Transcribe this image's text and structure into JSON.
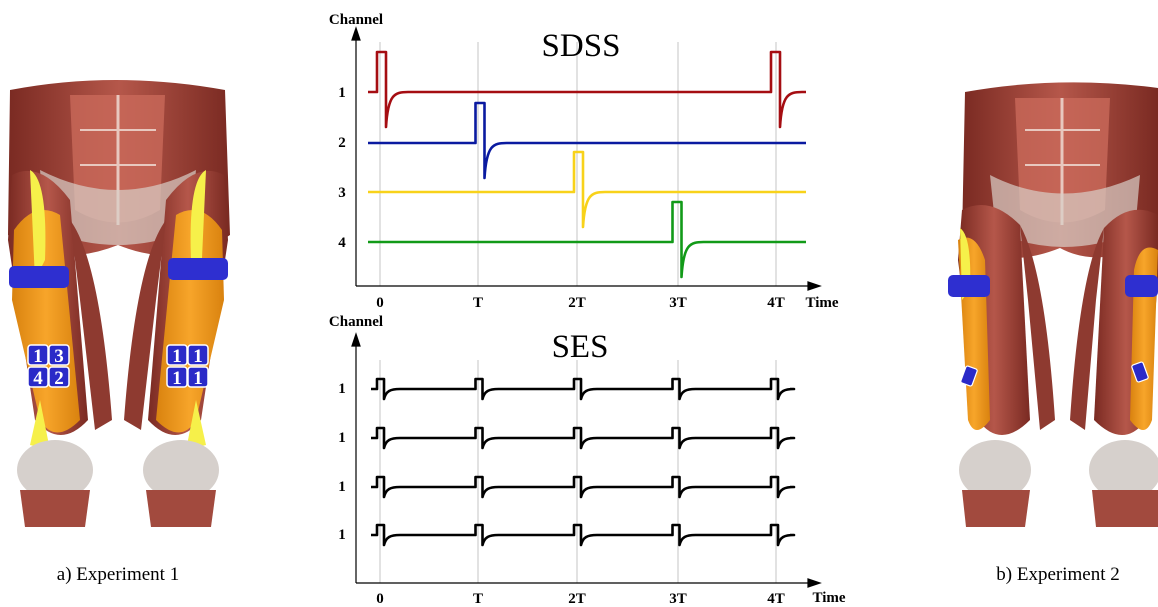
{
  "panels": {
    "left_caption": "a) Experiment 1",
    "right_caption": "b) Experiment 2",
    "left_pads": {
      "left_leg": [
        "1",
        "3",
        "4",
        "2"
      ],
      "right_leg": [
        "1",
        "1",
        "1",
        "1"
      ]
    }
  },
  "chart_data": [
    {
      "type": "line",
      "title": "SDSS",
      "ylabel": "Channel",
      "xlabel": "Time",
      "x_ticks": [
        "0",
        "T",
        "2T",
        "3T",
        "4T"
      ],
      "y_ticks": [
        "1",
        "2",
        "3",
        "4"
      ],
      "series": [
        {
          "channel": "1",
          "color": "#a50d12",
          "pulse_times": [
            0,
            4
          ]
        },
        {
          "channel": "2",
          "color": "#0a1aa0",
          "pulse_times": [
            1
          ]
        },
        {
          "channel": "3",
          "color": "#f8d21a",
          "pulse_times": [
            2
          ]
        },
        {
          "channel": "4",
          "color": "#129a18",
          "pulse_times": [
            3
          ]
        }
      ]
    },
    {
      "type": "line",
      "title": "SES",
      "ylabel": "Channel",
      "xlabel": "Time",
      "x_ticks": [
        "0",
        "T",
        "2T",
        "3T",
        "4T"
      ],
      "y_ticks": [
        "1",
        "1",
        "1",
        "1"
      ],
      "series": [
        {
          "channel": "1",
          "color": "#000000",
          "pulse_times": [
            0,
            1,
            2,
            3,
            4
          ]
        },
        {
          "channel": "1",
          "color": "#000000",
          "pulse_times": [
            0,
            1,
            2,
            3,
            4
          ]
        },
        {
          "channel": "1",
          "color": "#000000",
          "pulse_times": [
            0,
            1,
            2,
            3,
            4
          ]
        },
        {
          "channel": "1",
          "color": "#000000",
          "pulse_times": [
            0,
            1,
            2,
            3,
            4
          ]
        }
      ]
    }
  ]
}
